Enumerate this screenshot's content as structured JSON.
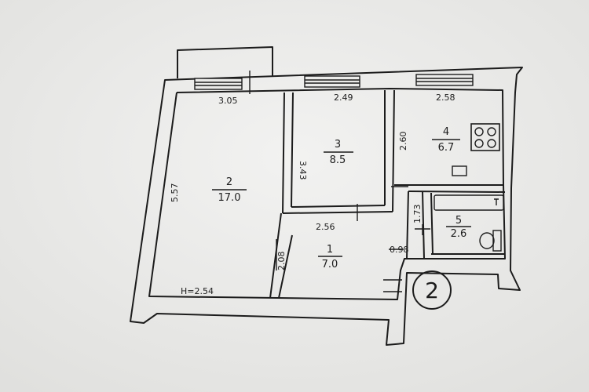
{
  "rooms": [
    {
      "number": "2",
      "area": "17.0"
    },
    {
      "number": "3",
      "area": "8.5"
    },
    {
      "number": "4",
      "area": "6.7"
    },
    {
      "number": "1",
      "area": "7.0"
    },
    {
      "number": "5",
      "area": "2.6"
    }
  ],
  "dimensions": {
    "d305": "3.05",
    "d249": "2.49",
    "d258": "2.58",
    "d557": "5.57",
    "d343": "3.43",
    "d260": "2.60",
    "d256": "2.56",
    "d173": "1.73",
    "d208": "2.08",
    "d098": "0.98"
  },
  "height_note": "H=2.54",
  "stair_mark": "2"
}
